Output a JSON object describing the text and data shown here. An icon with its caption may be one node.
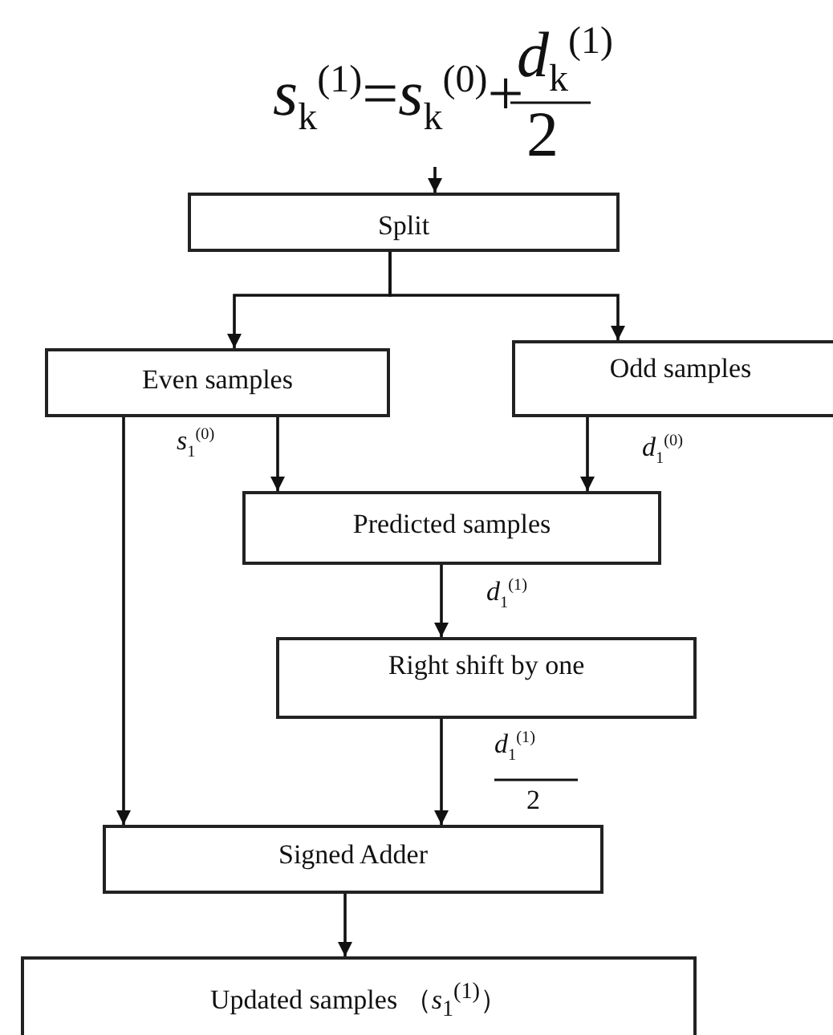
{
  "diagram": {
    "nodes": [
      {
        "text": [
          "Split"
        ]
      },
      {
        "text": [
          "Even samples"
        ]
      },
      {
        "text": [
          "Odd samples"
        ]
      },
      {
        "text": [
          "Predicted samples"
        ]
      },
      {
        "text": [
          "Right shift by one"
        ]
      },
      {
        "text": [
          "Signed Adder"
        ]
      },
      {
        "text": [
          "Updated samples （*s*$_{1}$$^{(1)}$）"
        ]
      }
    ],
    "edges": [
      {
        "from": null,
        "to": 0,
        "arrow": "to"
      },
      {
        "from": 0,
        "to": 1,
        "arrow": "to"
      },
      {
        "from": 0,
        "to": 2,
        "arrow": "to"
      },
      {
        "from": 1,
        "to": 3,
        "arrow": "to",
        "label": "*s*$_{1}$$^{(0)}$"
      },
      {
        "from": 2,
        "to": 3,
        "arrow": "to",
        "label": "*d*$_{1}$$^{(0)}$"
      },
      {
        "from": 3,
        "to": 4,
        "arrow": "to",
        "label": "*d*$_{1}$$^{(1)}$"
      },
      {
        "from": 4,
        "to": 5,
        "arrow": "to",
        "label": "*d*$_{1}$$^{(1)}$"
      },
      {
        "from": 1,
        "to": 5,
        "arrow": "to"
      },
      {
        "from": 5,
        "to": 6,
        "arrow": "to"
      }
    ],
    "labels": [
      "*s*$_{k}$$^{(1)}$=*s*$_{k}$$^{(0)}$+",
      "*d*$_{k}$$^{(1)}$",
      "2",
      "2"
    ]
  }
}
